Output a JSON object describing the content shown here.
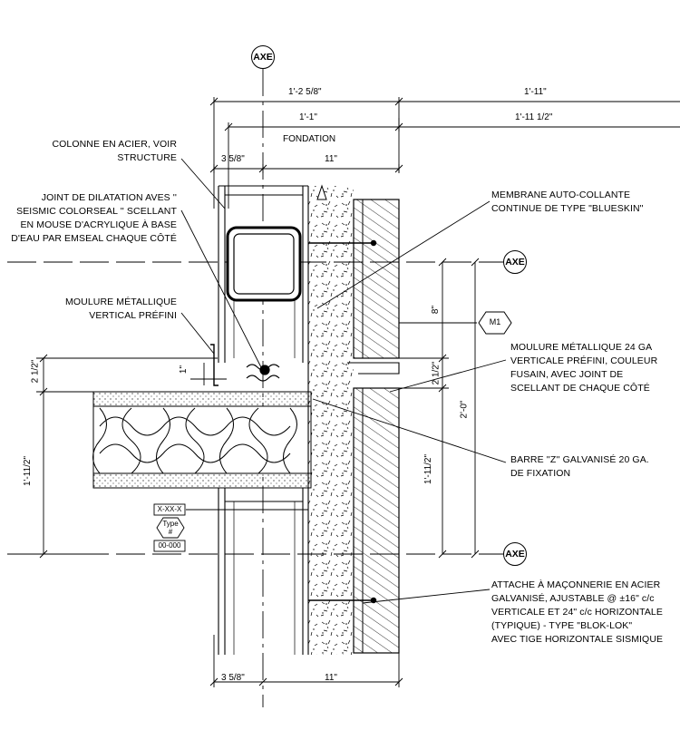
{
  "axis_label": "AXE",
  "dimensions": {
    "top_overall_left": "1'-2 5/8\"",
    "top_overall_right": "1'-11\"",
    "second_left": "1'-1\"",
    "second_right": "1'-11 1/2\"",
    "foundation": "FONDATION",
    "steel_width": "3 5/8\"",
    "masonry_width": "11\"",
    "bottom_steel_width": "3 5/8\"",
    "bottom_masonry_width": "11\"",
    "left_2_half": "2 1/2\"",
    "left_1": "1\"",
    "left_1_11_half": "1'-11/2\"",
    "right_8": "8\"",
    "right_2_half": "2 1/2\"",
    "right_1_11_half": "1'-11/2\"",
    "right_2_0": "2'-0\""
  },
  "labels": {
    "colonne": [
      "COLONNE EN ACIER, VOIR",
      "STRUCTURE"
    ],
    "joint": [
      "JOINT DE DILATATION AVES ''",
      "SEISMIC COLORSEAL '' SCELLANT",
      "EN MOUSE D'ACRYLIQUE À BASE",
      "D'EAU PAR EMSEAL CHAQUE CÔTÉ"
    ],
    "moulure_vert": [
      "MOULURE MÉTALLIQUE",
      "VERTICAL PRÉFINI"
    ],
    "membrane": [
      "MEMBRANE AUTO-COLLANTE",
      "CONTINUE DE TYPE \"BLUESKIN\""
    ],
    "moulure_24": [
      "MOULURE MÉTALLIQUE 24 GA",
      "VERTICALE PRÉFINI, COULEUR",
      "FUSAIN, AVEC JOINT DE",
      "SCELLANT DE CHAQUE CÔTÉ"
    ],
    "barre_z": [
      "BARRE ''Z'' GALVANISÉ 20 GA.",
      "DE FIXATION"
    ],
    "attache": [
      "ATTACHE À MAÇONNERIE EN ACIER",
      "GALVANISÉ, AJUSTABLE @ ±16\" c/c",
      "VERTICALE ET 24\" c/c HORIZONTALE",
      "(TYPIQUE) - TYPE \"BLOK-LOK\"",
      "AVEC TIGE HORIZONTALE SISMIQUE"
    ]
  },
  "tags": {
    "m1": "M1",
    "detail_ref": "X-XX-X",
    "type_label": "Type",
    "type_number": "#",
    "detail_code": "00-000"
  }
}
